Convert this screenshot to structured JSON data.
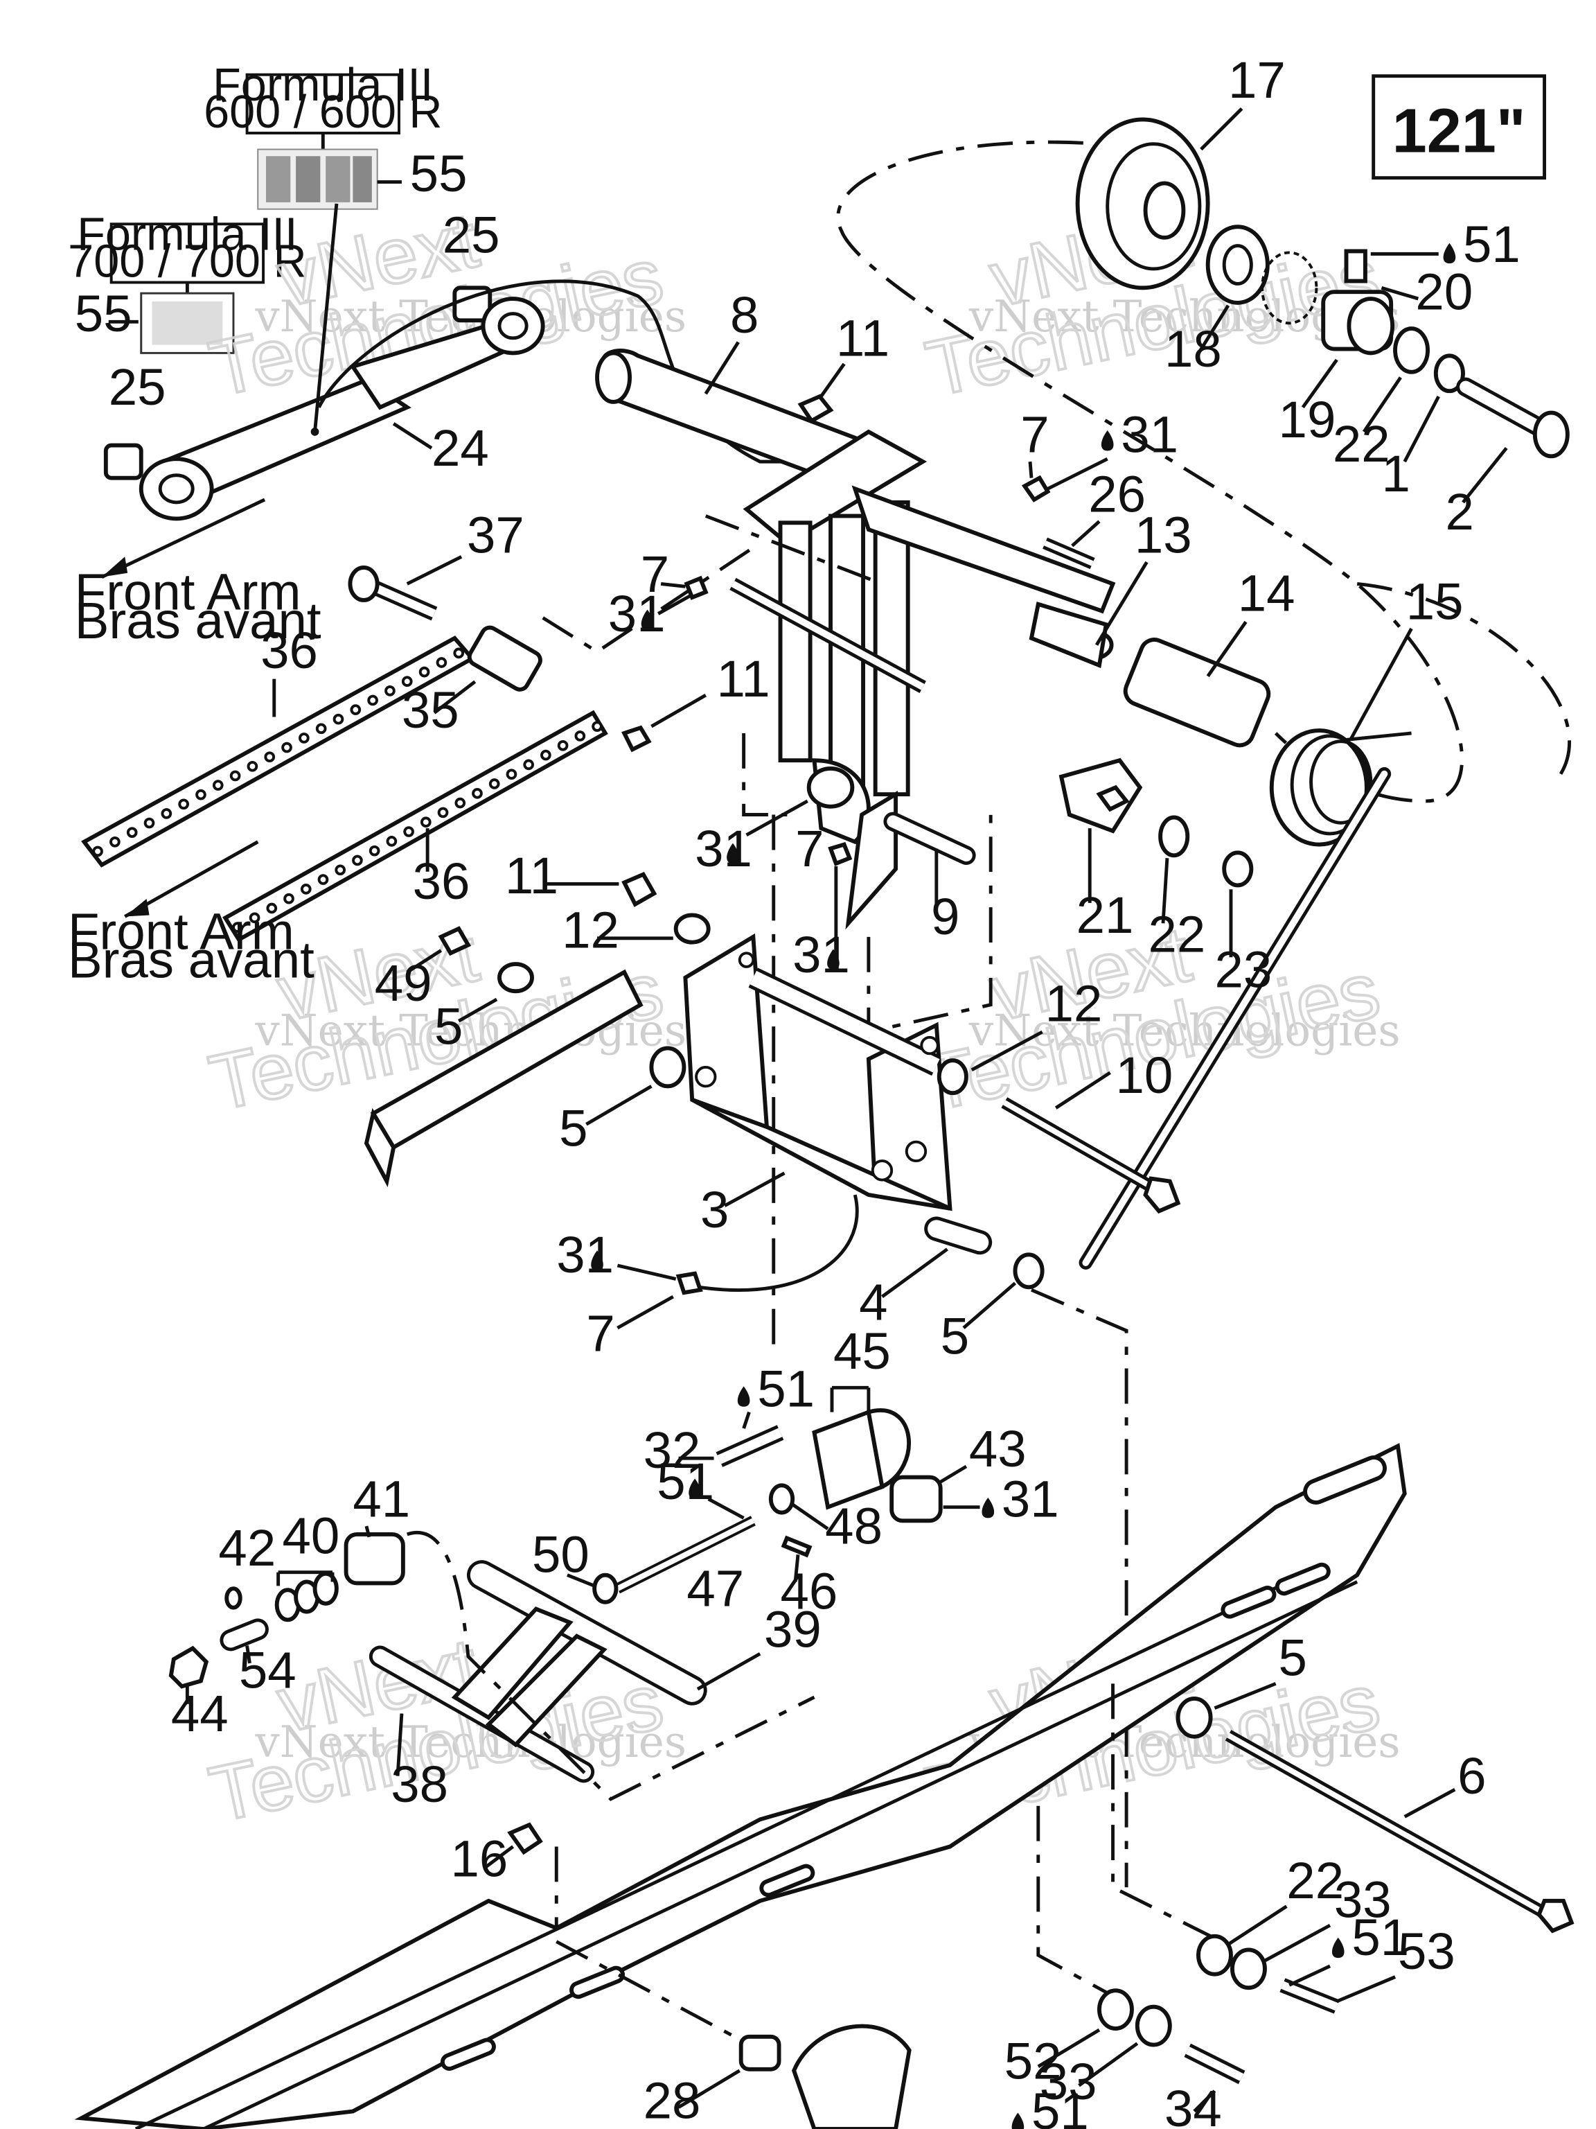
{
  "size_badge": "121\"",
  "model_labels": {
    "top": [
      "Formula III",
      "600 / 600 R"
    ],
    "middle": [
      "Formula III",
      "700 / 700 R"
    ]
  },
  "notes": {
    "front_arm_1": [
      "Front Arm",
      "Bras avant"
    ],
    "front_arm_2": [
      "Front Arm",
      "Bras avant"
    ]
  },
  "watermark": {
    "line1": "vNext Technologies",
    "line2": "vNext",
    "line3": "Technologies"
  },
  "callouts": [
    {
      "id": "c17",
      "text": "17"
    },
    {
      "id": "c55a",
      "text": "55"
    },
    {
      "id": "c55b",
      "text": "55"
    },
    {
      "id": "c25a",
      "text": "25"
    },
    {
      "id": "c25b",
      "text": "25"
    },
    {
      "id": "c24",
      "text": "24"
    },
    {
      "id": "c8",
      "text": "8"
    },
    {
      "id": "c11a",
      "text": "11"
    },
    {
      "id": "c11b",
      "text": "11"
    },
    {
      "id": "c11c",
      "text": "11"
    },
    {
      "id": "c51a",
      "text": "51"
    },
    {
      "id": "c20",
      "text": "20"
    },
    {
      "id": "c18",
      "text": "18"
    },
    {
      "id": "c19",
      "text": "19"
    },
    {
      "id": "c22a",
      "text": "22"
    },
    {
      "id": "c1",
      "text": "1"
    },
    {
      "id": "c2",
      "text": "2"
    },
    {
      "id": "c7a",
      "text": "7"
    },
    {
      "id": "c31a",
      "text": "31"
    },
    {
      "id": "c26",
      "text": "26"
    },
    {
      "id": "c13",
      "text": "13"
    },
    {
      "id": "c37",
      "text": "37"
    },
    {
      "id": "c7b",
      "text": "7"
    },
    {
      "id": "c31b",
      "text": "31"
    },
    {
      "id": "c14",
      "text": "14"
    },
    {
      "id": "c15",
      "text": "15"
    },
    {
      "id": "c36a",
      "text": "36"
    },
    {
      "id": "c35",
      "text": "35"
    },
    {
      "id": "c36b",
      "text": "36"
    },
    {
      "id": "c31c",
      "text": "31"
    },
    {
      "id": "c7c",
      "text": "7"
    },
    {
      "id": "c21",
      "text": "21"
    },
    {
      "id": "c22b",
      "text": "22"
    },
    {
      "id": "c23",
      "text": "23"
    },
    {
      "id": "c12a",
      "text": "12"
    },
    {
      "id": "c9",
      "text": "9"
    },
    {
      "id": "c31d",
      "text": "31"
    },
    {
      "id": "c49",
      "text": "49"
    },
    {
      "id": "c5a",
      "text": "5"
    },
    {
      "id": "c12b",
      "text": "12"
    },
    {
      "id": "c10",
      "text": "10"
    },
    {
      "id": "c5b",
      "text": "5"
    },
    {
      "id": "c3",
      "text": "3"
    },
    {
      "id": "c31e",
      "text": "31"
    },
    {
      "id": "c7d",
      "text": "7"
    },
    {
      "id": "c4",
      "text": "4"
    },
    {
      "id": "c5c",
      "text": "5"
    },
    {
      "id": "c45",
      "text": "45"
    },
    {
      "id": "c51b",
      "text": "51"
    },
    {
      "id": "c32",
      "text": "32"
    },
    {
      "id": "c43",
      "text": "43"
    },
    {
      "id": "c51c",
      "text": "51"
    },
    {
      "id": "c31f",
      "text": "31"
    },
    {
      "id": "c48",
      "text": "48"
    },
    {
      "id": "c41",
      "text": "41"
    },
    {
      "id": "c40",
      "text": "40"
    },
    {
      "id": "c42",
      "text": "42"
    },
    {
      "id": "c50",
      "text": "50"
    },
    {
      "id": "c47",
      "text": "47"
    },
    {
      "id": "c46",
      "text": "46"
    },
    {
      "id": "c54",
      "text": "54"
    },
    {
      "id": "c39",
      "text": "39"
    },
    {
      "id": "c44",
      "text": "44"
    },
    {
      "id": "c5d",
      "text": "5"
    },
    {
      "id": "c38",
      "text": "38"
    },
    {
      "id": "c6",
      "text": "6"
    },
    {
      "id": "c16",
      "text": "16"
    },
    {
      "id": "c22c",
      "text": "22"
    },
    {
      "id": "c33a",
      "text": "33"
    },
    {
      "id": "c51d",
      "text": "51"
    },
    {
      "id": "c53",
      "text": "53"
    },
    {
      "id": "c52",
      "text": "52"
    },
    {
      "id": "c33b",
      "text": "33"
    },
    {
      "id": "c28",
      "text": "28"
    },
    {
      "id": "c34",
      "text": "34"
    },
    {
      "id": "c51e",
      "text": "51"
    }
  ]
}
